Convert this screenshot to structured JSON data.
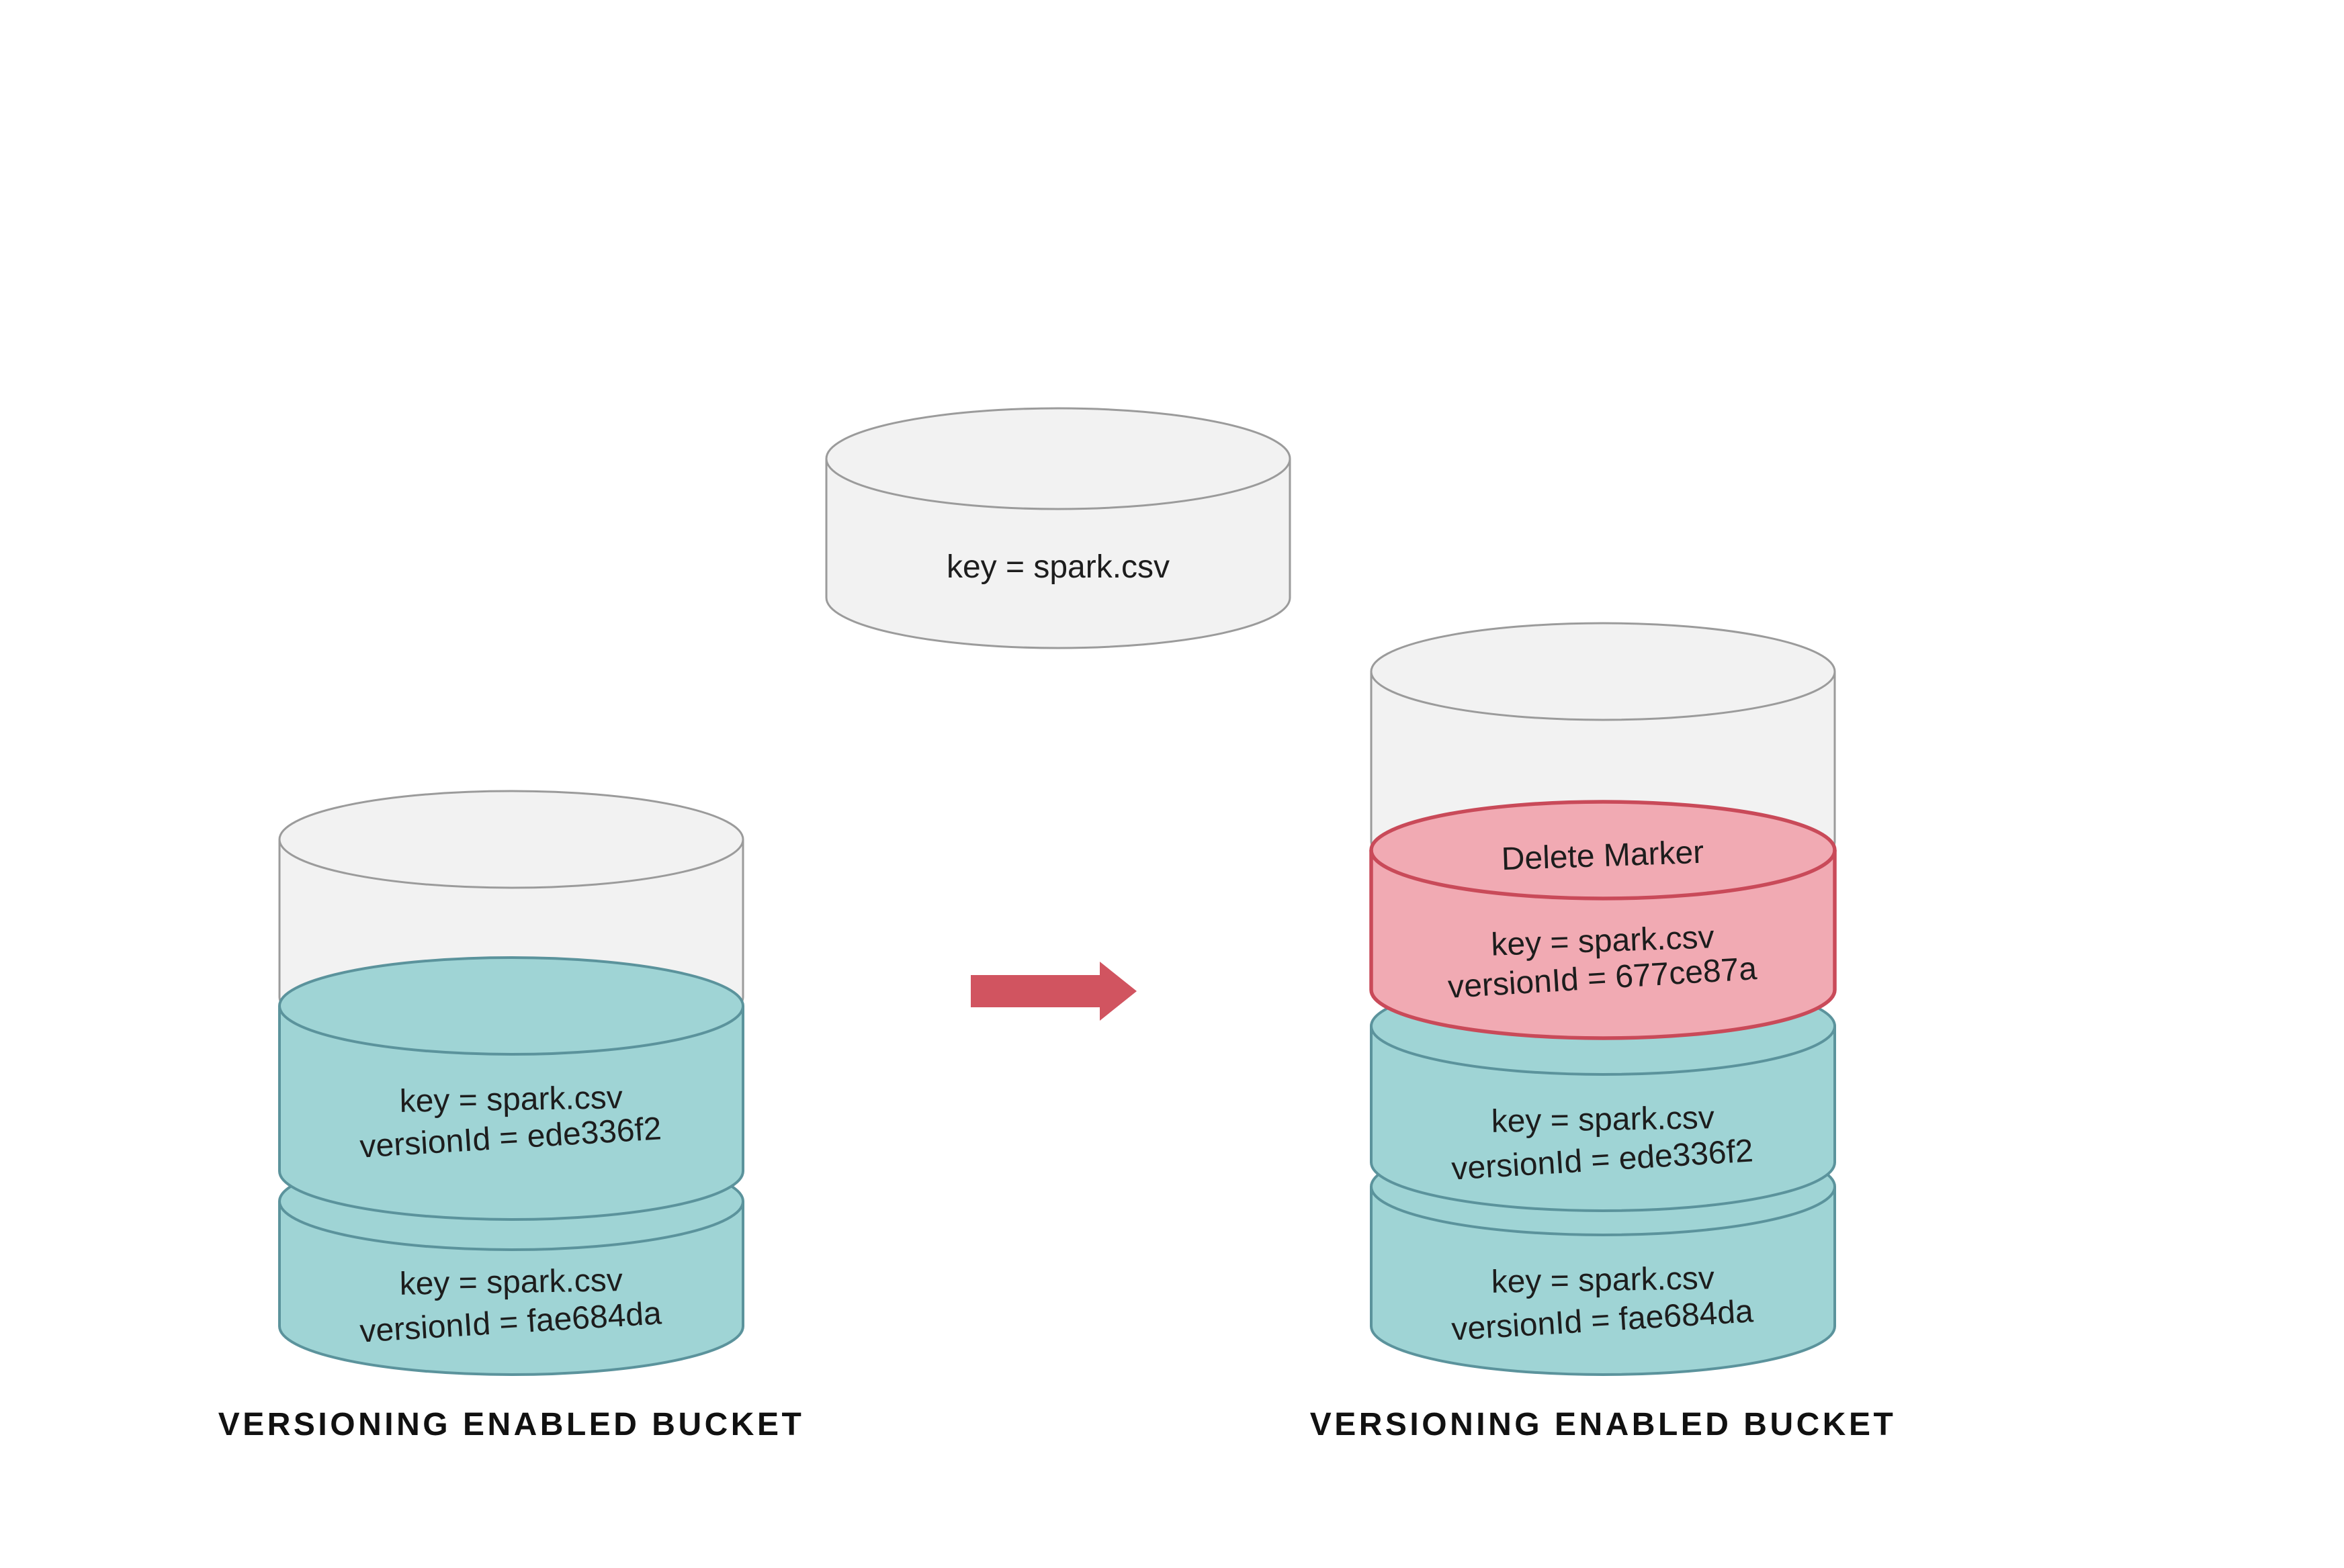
{
  "colors": {
    "background": "#ffffff",
    "gray_fill": "#f2f2f2",
    "gray_stroke": "#9b9b9b",
    "teal_fill": "#9fd4d5",
    "teal_stroke": "#5b939c",
    "pink_fill": "#f1aab3",
    "pink_stroke": "#c94a59",
    "arrow": "#d15460",
    "text": "#1d1d1d",
    "label": "#111111"
  },
  "top_object": {
    "key_label": "key = spark.csv"
  },
  "left_bucket": {
    "label": "VERSIONING ENABLED BUCKET",
    "versions": [
      {
        "key": "key = spark.csv",
        "version_id": "versionId = ede336f2"
      },
      {
        "key": "key = spark.csv",
        "version_id": "versionId = fae684da"
      }
    ]
  },
  "right_bucket": {
    "label": "VERSIONING ENABLED BUCKET",
    "delete_marker": {
      "title": "Delete Marker",
      "key": "key = spark.csv",
      "version_id": "versionId = 677ce87a"
    },
    "versions": [
      {
        "key": "key = spark.csv",
        "version_id": "versionId = ede336f2"
      },
      {
        "key": "key = spark.csv",
        "version_id": "versionId = fae684da"
      }
    ]
  }
}
